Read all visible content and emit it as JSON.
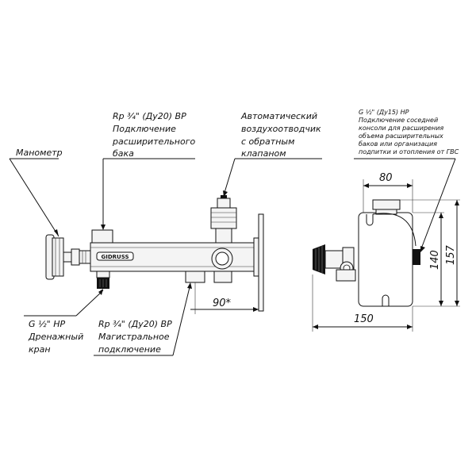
{
  "labels": {
    "manometer": "Манометр",
    "expansion_tank": [
      "Rp ¾\" (Ду20) ВР",
      "Подключение",
      "расширительного",
      "бака"
    ],
    "air_vent": [
      "Автоматический",
      "воздухоотводчик",
      "с обратным",
      "клапаном"
    ],
    "drain": [
      "G ½\" НР",
      "Дренажный",
      "кран"
    ],
    "main_connection": [
      "Rp ¾\" (Ду20) ВР",
      "Магистральное",
      "подключение"
    ],
    "neighbor_console": [
      "G ½\" (Ду15) НР",
      "Подключение соседней",
      "консоли для расширения",
      "объема расширительных",
      "баков или организация",
      "подпитки и отопления от ГВС"
    ],
    "brand": "GIDRUSS"
  },
  "dimensions": {
    "angle": "90*",
    "width_top": "80",
    "width_bottom": "150",
    "height_inner": "140",
    "height_outer": "157"
  }
}
